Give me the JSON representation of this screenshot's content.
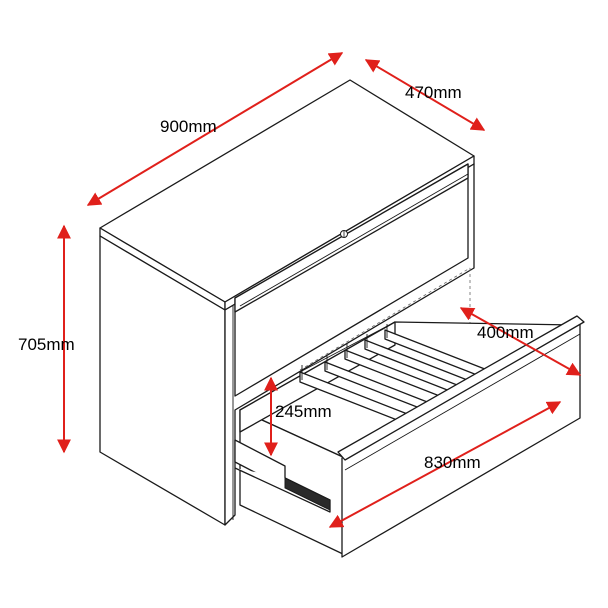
{
  "dimensions": {
    "width": "900mm",
    "depth": "470mm",
    "height": "705mm",
    "drawer_width": "400mm",
    "drawer_height": "245mm",
    "drawer_depth": "830mm"
  },
  "colors": {
    "arrow": "#e0201b",
    "line": "#1a1a1a"
  }
}
